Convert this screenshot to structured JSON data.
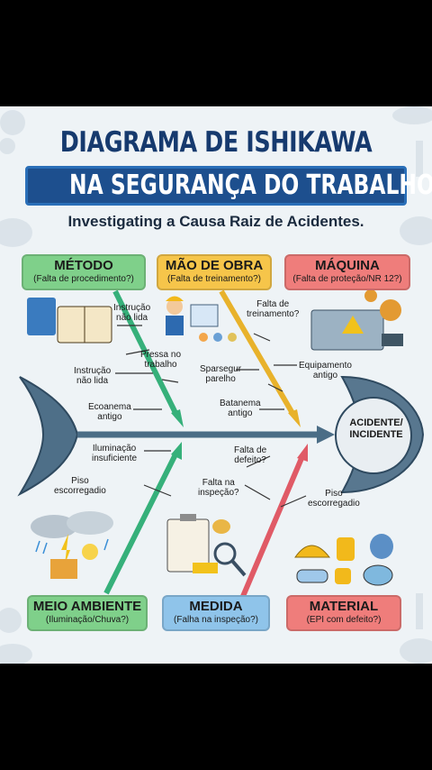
{
  "title": {
    "line1": "DIAGRAMA DE ISHIKAWA",
    "line2": "NA SEGURANÇA DO TRABALHO",
    "subtitle": "Investigating a Causa Raiz de Acidentes."
  },
  "effect": {
    "line1": "ACIDENTE/",
    "line2": "INCIDENTE"
  },
  "categories": {
    "metodo": {
      "name": "MÉTODO",
      "sub": "(Falta de procedimento?)",
      "color": "#7fd08a"
    },
    "mao_obra": {
      "name": "MÃO DE OBRA",
      "sub": "(Falta de treinamento?)",
      "color": "#f6c54a"
    },
    "maquina": {
      "name": "MÁQUINA",
      "sub": "(Falta de proteção/NR 12?)",
      "color": "#ef7d7b"
    },
    "meio_ambiente": {
      "name": "MEIO AMBIENTE",
      "sub": "(Iluminação/Chuva?)",
      "color": "#7fd08a"
    },
    "medida": {
      "name": "MEDIDA",
      "sub": "(Falha na inspeção?)",
      "color": "#8fc4ea"
    },
    "material": {
      "name": "MATERIAL",
      "sub": "(EPI com defeito?)",
      "color": "#ef7d7b"
    }
  },
  "causes": {
    "instrucao_nao_lida_1": "Instrução\nnão lida",
    "pressa_no_trabalho": "Pressa no\ntrabalho",
    "instrucao_nao_lida_2": "Instrução\nnão lida",
    "ecoanema_antigo": "Ecoanema\nantigo",
    "falta_de_treinamento": "Falta de\ntreinamento?",
    "sparsegur_parelho": "Sparsegur\nparelho",
    "equipamento_antigo": "Equipamento\nantigo",
    "batanema_antigo": "Batanema\nantigo",
    "iluminacao_insuficiente": "Iluminação\ninsuficiente",
    "piso_escorregadio_1": "Piso\nescorregadio",
    "falta_de_defeito": "Falta de\ndefeito?",
    "falta_na_inspecao": "Falta na\ninspeção?",
    "piso_escorregadio_2": "Piso\nescorregadio"
  }
}
